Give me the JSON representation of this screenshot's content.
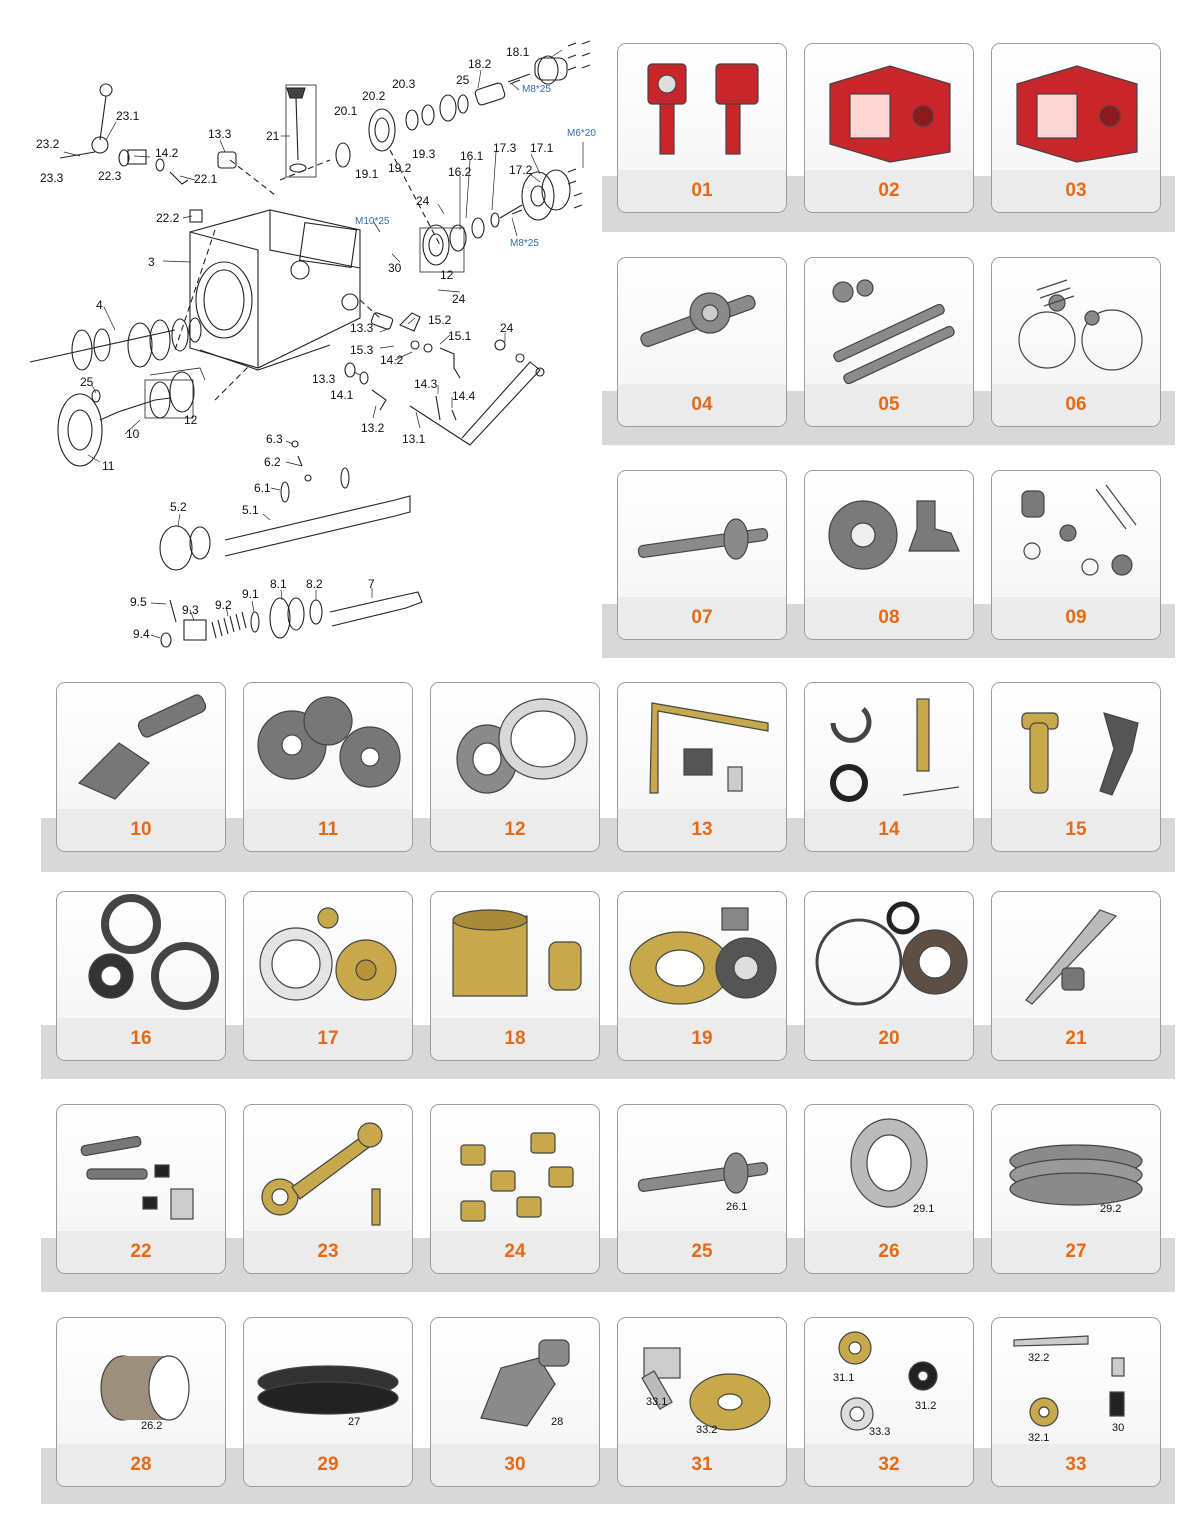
{
  "diagram": {
    "callouts": [
      {
        "id": "d1",
        "text": "23.1"
      },
      {
        "id": "d2",
        "text": "23.2"
      },
      {
        "id": "d3",
        "text": "23.3"
      },
      {
        "id": "d4",
        "text": "22.3"
      },
      {
        "id": "d5",
        "text": "14.2"
      },
      {
        "id": "d6",
        "text": "22.1"
      },
      {
        "id": "d7",
        "text": "22.2"
      },
      {
        "id": "d8",
        "text": "13.3"
      },
      {
        "id": "d9",
        "text": "21"
      },
      {
        "id": "d10",
        "text": "20.1"
      },
      {
        "id": "d11",
        "text": "20.2"
      },
      {
        "id": "d12",
        "text": "20.3"
      },
      {
        "id": "d13",
        "text": "19.1"
      },
      {
        "id": "d14",
        "text": "19.2"
      },
      {
        "id": "d15",
        "text": "19.3"
      },
      {
        "id": "d16",
        "text": "25"
      },
      {
        "id": "d17",
        "text": "18.2"
      },
      {
        "id": "d18",
        "text": "18.1"
      },
      {
        "id": "d19",
        "text": "16.1"
      },
      {
        "id": "d20",
        "text": "16.2"
      },
      {
        "id": "d21",
        "text": "17.3"
      },
      {
        "id": "d22",
        "text": "17.1"
      },
      {
        "id": "d23",
        "text": "17.2"
      },
      {
        "id": "d24",
        "text": "24"
      },
      {
        "id": "d25",
        "text": "30"
      },
      {
        "id": "d26",
        "text": "12"
      },
      {
        "id": "d27",
        "text": "3"
      },
      {
        "id": "d28",
        "text": "24"
      },
      {
        "id": "d29",
        "text": "4"
      },
      {
        "id": "d30",
        "text": "13.3"
      },
      {
        "id": "d31",
        "text": "15.2"
      },
      {
        "id": "d32",
        "text": "15.1"
      },
      {
        "id": "d33",
        "text": "15.3"
      },
      {
        "id": "d34",
        "text": "24"
      },
      {
        "id": "d35",
        "text": "14.2"
      },
      {
        "id": "d36",
        "text": "13.3"
      },
      {
        "id": "d37",
        "text": "14.1"
      },
      {
        "id": "d38",
        "text": "14.3"
      },
      {
        "id": "d39",
        "text": "14.4"
      },
      {
        "id": "d40",
        "text": "25"
      },
      {
        "id": "d41",
        "text": "12"
      },
      {
        "id": "d42",
        "text": "10"
      },
      {
        "id": "d43",
        "text": "13.2"
      },
      {
        "id": "d44",
        "text": "13.1"
      },
      {
        "id": "d45",
        "text": "11"
      },
      {
        "id": "d46",
        "text": "6.3"
      },
      {
        "id": "d47",
        "text": "6.2"
      },
      {
        "id": "d48",
        "text": "6.1"
      },
      {
        "id": "d49",
        "text": "5.2"
      },
      {
        "id": "d50",
        "text": "5.1"
      },
      {
        "id": "d51",
        "text": "9.5"
      },
      {
        "id": "d52",
        "text": "9.3"
      },
      {
        "id": "d53",
        "text": "9.2"
      },
      {
        "id": "d54",
        "text": "9.1"
      },
      {
        "id": "d55",
        "text": "8.1"
      },
      {
        "id": "d56",
        "text": "8.2"
      },
      {
        "id": "d57",
        "text": "7"
      },
      {
        "id": "d58",
        "text": "9.4"
      }
    ],
    "specs": [
      {
        "id": "s1",
        "text": "M8*25"
      },
      {
        "id": "s2",
        "text": "M6*20"
      },
      {
        "id": "s3",
        "text": "M10*25"
      },
      {
        "id": "s4",
        "text": "M8*25"
      }
    ]
  },
  "colors": {
    "number": "#e46a16",
    "band": "#d8d8d8",
    "spec": "#2f6db5"
  },
  "cards": [
    {
      "number": "01",
      "icon": "gearbox-assembly-icon",
      "color": "#c8262b"
    },
    {
      "number": "02",
      "icon": "gearbox-housing-icon",
      "color": "#c8262b"
    },
    {
      "number": "03",
      "icon": "gearbox-housing-icon",
      "color": "#c8262b"
    },
    {
      "number": "04",
      "icon": "gear-shaft-icon",
      "color": "#8a8a8a"
    },
    {
      "number": "05",
      "icon": "splined-shaft-icon",
      "color": "#8a8a8a"
    },
    {
      "number": "06",
      "icon": "spring-ball-ring-icon",
      "color": "#8a8a8a"
    },
    {
      "number": "07",
      "icon": "shaft-icon",
      "color": "#8a8a8a"
    },
    {
      "number": "08",
      "icon": "gear-icon",
      "color": "#7a7a7a"
    },
    {
      "number": "09",
      "icon": "fastener-set-icon",
      "color": "#7a7a7a"
    },
    {
      "number": "10",
      "icon": "bevel-gear-shaft-icon",
      "color": "#777777"
    },
    {
      "number": "11",
      "icon": "gear-set-icon",
      "color": "#777777"
    },
    {
      "number": "12",
      "icon": "taper-bearing-icon",
      "color": "#8a8a8a"
    },
    {
      "number": "13",
      "icon": "shift-lever-icon",
      "color": "#c7a94c"
    },
    {
      "number": "14",
      "icon": "circlip-pin-icon",
      "color": "#444444"
    },
    {
      "number": "15",
      "icon": "shift-fork-icon",
      "color": "#c7a94c"
    },
    {
      "number": "16",
      "icon": "lock-washer-nut-icon",
      "color": "#333333"
    },
    {
      "number": "17",
      "icon": "cover-gasket-icon",
      "color": "#c7a94c"
    },
    {
      "number": "18",
      "icon": "sleeve-icon",
      "color": "#c7a94c"
    },
    {
      "number": "19",
      "icon": "bearing-plate-icon",
      "color": "#c7a94c"
    },
    {
      "number": "20",
      "icon": "oil-seal-icon",
      "color": "#8e3b2a"
    },
    {
      "number": "21",
      "icon": "dipstick-icon",
      "color": "#777777"
    },
    {
      "number": "22",
      "icon": "pin-set-icon",
      "color": "#777777"
    },
    {
      "number": "23",
      "icon": "connecting-lever-icon",
      "color": "#c7a94c"
    },
    {
      "number": "24",
      "icon": "joint-set-icon",
      "color": "#c7a94c"
    },
    {
      "number": "25",
      "icon": "shaft-icon",
      "color": "#8a8a8a",
      "sub": "26.1"
    },
    {
      "number": "26",
      "icon": "needle-bearing-icon",
      "color": "#8a8a8a",
      "sub": "29.1"
    },
    {
      "number": "27",
      "icon": "thrust-bearing-icon",
      "color": "#8a8a8a",
      "sub": "29.2"
    },
    {
      "number": "28",
      "icon": "bushing-icon",
      "color": "#8a8a8a",
      "sub": "26.2"
    },
    {
      "number": "29",
      "icon": "double-gear-icon",
      "color": "#333333",
      "sub": "27"
    },
    {
      "number": "30",
      "icon": "bevel-gear-icon",
      "color": "#8a8a8a",
      "sub": "28"
    },
    {
      "number": "31",
      "icon": "bolt-washer-icon",
      "color": "#c7a94c",
      "subs": [
        "33.1",
        "33.2"
      ]
    },
    {
      "number": "32",
      "icon": "washer-set-icon",
      "color": "#c7a94c",
      "subs": [
        "31.1",
        "31.2",
        "33.3"
      ]
    },
    {
      "number": "33",
      "icon": "pin-nut-key-icon",
      "color": "#c7a94c",
      "subs": [
        "32.2",
        "32.1",
        "30"
      ]
    }
  ]
}
